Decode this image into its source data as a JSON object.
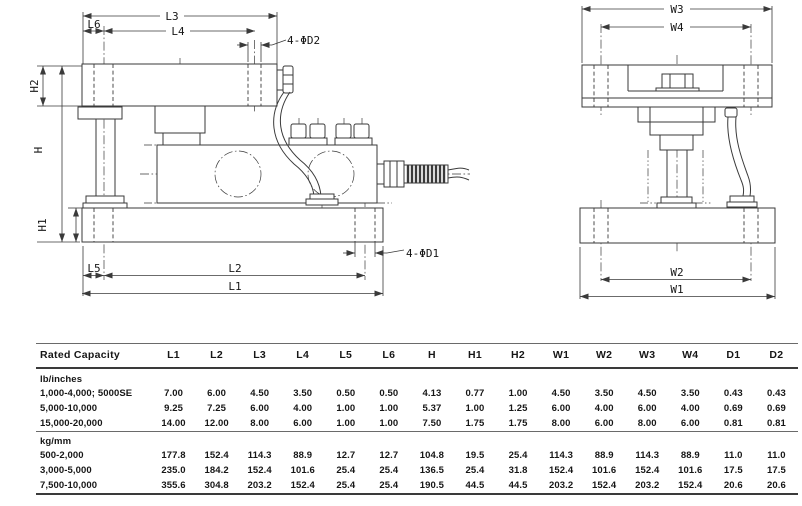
{
  "colors": {
    "line": "#3a3a3a",
    "text": "#161616",
    "background": "#ffffff"
  },
  "drawing": {
    "front": {
      "l3": "L3",
      "l6": "L6",
      "l4": "L4",
      "d2": "4-ΦD2",
      "h2": "H2",
      "h": "H",
      "h1": "H1",
      "l5": "L5",
      "l2": "L2",
      "l1": "L1",
      "d1": "4-ΦD1"
    },
    "side": {
      "w3": "W3",
      "w4": "W4",
      "w2": "W2",
      "w1": "W1"
    }
  },
  "table": {
    "columns": [
      "Rated Capacity",
      "L1",
      "L2",
      "L3",
      "L4",
      "L5",
      "L6",
      "H",
      "H1",
      "H2",
      "W1",
      "W2",
      "W3",
      "W4",
      "D1",
      "D2"
    ],
    "groups": [
      {
        "unit_label": "lb/inches",
        "rows": [
          {
            "capacity": "1,000-4,000; 5000SE",
            "values": [
              "7.00",
              "6.00",
              "4.50",
              "3.50",
              "0.50",
              "0.50",
              "4.13",
              "0.77",
              "1.00",
              "4.50",
              "3.50",
              "4.50",
              "3.50",
              "0.43",
              "0.43"
            ]
          },
          {
            "capacity": "5,000-10,000",
            "values": [
              "9.25",
              "7.25",
              "6.00",
              "4.00",
              "1.00",
              "1.00",
              "5.37",
              "1.00",
              "1.25",
              "6.00",
              "4.00",
              "6.00",
              "4.00",
              "0.69",
              "0.69"
            ]
          },
          {
            "capacity": "15,000-20,000",
            "values": [
              "14.00",
              "12.00",
              "8.00",
              "6.00",
              "1.00",
              "1.00",
              "7.50",
              "1.75",
              "1.75",
              "8.00",
              "6.00",
              "8.00",
              "6.00",
              "0.81",
              "0.81"
            ]
          }
        ]
      },
      {
        "unit_label": "kg/mm",
        "rows": [
          {
            "capacity": "500-2,000",
            "values": [
              "177.8",
              "152.4",
              "114.3",
              "88.9",
              "12.7",
              "12.7",
              "104.8",
              "19.5",
              "25.4",
              "114.3",
              "88.9",
              "114.3",
              "88.9",
              "11.0",
              "11.0"
            ]
          },
          {
            "capacity": "3,000-5,000",
            "values": [
              "235.0",
              "184.2",
              "152.4",
              "101.6",
              "25.4",
              "25.4",
              "136.5",
              "25.4",
              "31.8",
              "152.4",
              "101.6",
              "152.4",
              "101.6",
              "17.5",
              "17.5"
            ]
          },
          {
            "capacity": "7,500-10,000",
            "values": [
              "355.6",
              "304.8",
              "203.2",
              "152.4",
              "25.4",
              "25.4",
              "190.5",
              "44.5",
              "44.5",
              "203.2",
              "152.4",
              "203.2",
              "152.4",
              "20.6",
              "20.6"
            ]
          }
        ]
      }
    ]
  }
}
